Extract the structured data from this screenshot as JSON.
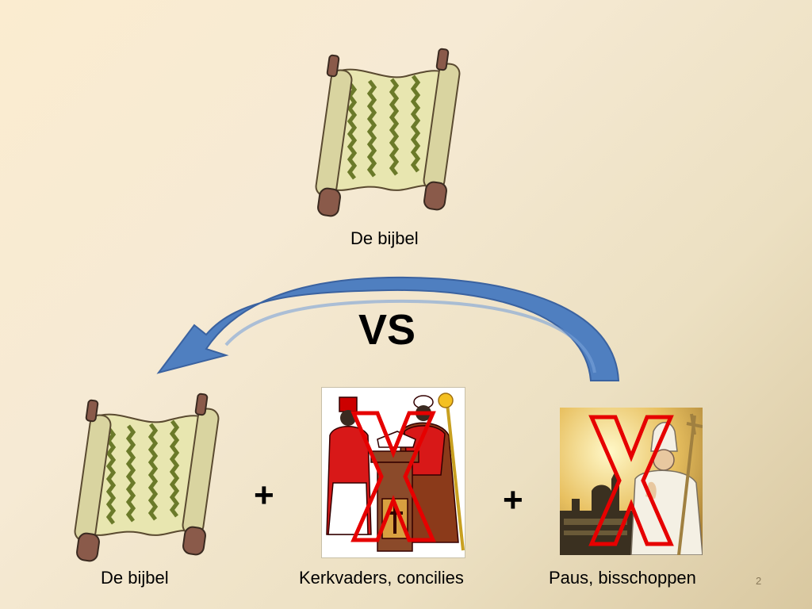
{
  "top": {
    "label": "De bijbel"
  },
  "vs_label": "VS",
  "bottom": {
    "bible_label": "De bijbel",
    "plus_1": "+",
    "fathers_label": "Kerkvaders, concilies",
    "plus_2": "+",
    "pope_label": "Paus, bisschoppen"
  },
  "slide_number": "2",
  "icons": {
    "scroll": "scroll-icon",
    "arrow": "curved-arrow-icon",
    "fathers": "church-fathers-image",
    "pope": "pope-image",
    "cross_mark": "red-x-icon"
  },
  "colors": {
    "arrow": "#4f7fc0",
    "x_mark": "#e60000",
    "scroll_paper": "#e8e6b0",
    "scroll_handle": "#8a5a4a"
  }
}
